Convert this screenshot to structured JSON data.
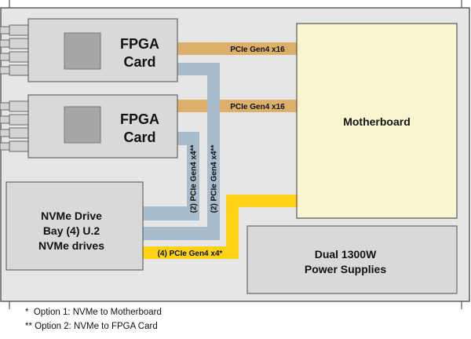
{
  "colors": {
    "chassis_fill": "#e6e6e6",
    "box_fill": "#d9d9d9",
    "chip_fill": "#a6a6a6",
    "motherboard_fill": "#f9f6cf",
    "gold_link": "#dcb06a",
    "blue_link": "#a9bccb",
    "yellow_link": "#ffd215",
    "stroke": "#555555"
  },
  "components": {
    "fpga_top": {
      "line1": "FPGA",
      "line2": "Card",
      "icon": "fpga-chip-icon"
    },
    "fpga_bottom": {
      "line1": "FPGA",
      "line2": "Card",
      "icon": "fpga-chip-icon"
    },
    "motherboard": {
      "label": "Motherboard"
    },
    "nvme_bay": {
      "line1": "NVMe Drive",
      "line2": "Bay (4) U.2",
      "line3": "NVMe drives"
    },
    "power": {
      "line1": "Dual 1300W",
      "line2": "Power Supplies"
    }
  },
  "links": {
    "top_gold": "PCIe Gen4 x16",
    "bottom_gold": "PCIe Gen4 x16",
    "blue_inner": "(2) PCIe Gen4 x4**",
    "blue_outer": "(2) PCIe Gen4 x4**",
    "yellow": "(4) PCIe Gen4 x4*"
  },
  "footnotes": [
    "*  Option 1: NVMe to Motherboard",
    "** Option 2: NVMe to FPGA Card"
  ]
}
